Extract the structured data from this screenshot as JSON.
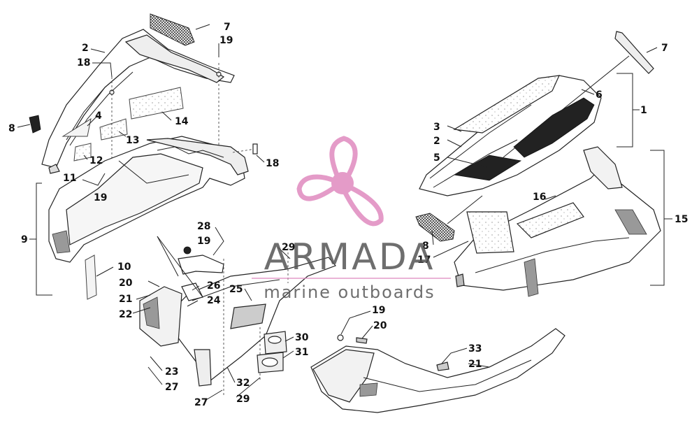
{
  "diagram": {
    "callouts": {
      "c1": "1",
      "c2a": "2",
      "c2b": "2",
      "c3": "3",
      "c4": "4",
      "c5": "5",
      "c6": "6",
      "c7a": "7",
      "c7b": "7",
      "c8a": "8",
      "c8b": "8",
      "c9": "9",
      "c10": "10",
      "c11": "11",
      "c12": "12",
      "c13": "13",
      "c14": "14",
      "c15": "15",
      "c16": "16",
      "c17": "17",
      "c18a": "18",
      "c18b": "18",
      "c19a": "19",
      "c19b": "19",
      "c19c": "19",
      "c19d": "19",
      "c20a": "20",
      "c20b": "20",
      "c21a": "21",
      "c21b": "21",
      "c22": "22",
      "c23": "23",
      "c24": "24",
      "c25": "25",
      "c26": "26",
      "c27a": "27",
      "c27b": "27",
      "c28": "28",
      "c29a": "29",
      "c29b": "29",
      "c30": "30",
      "c31": "31",
      "c32": "32",
      "c33": "33"
    }
  },
  "watermark": {
    "brand": "ARMADA",
    "tagline": "marine outboards",
    "logo_color": "#e08abf",
    "text_color": "#555555",
    "logo_icon": "propeller-icon"
  }
}
